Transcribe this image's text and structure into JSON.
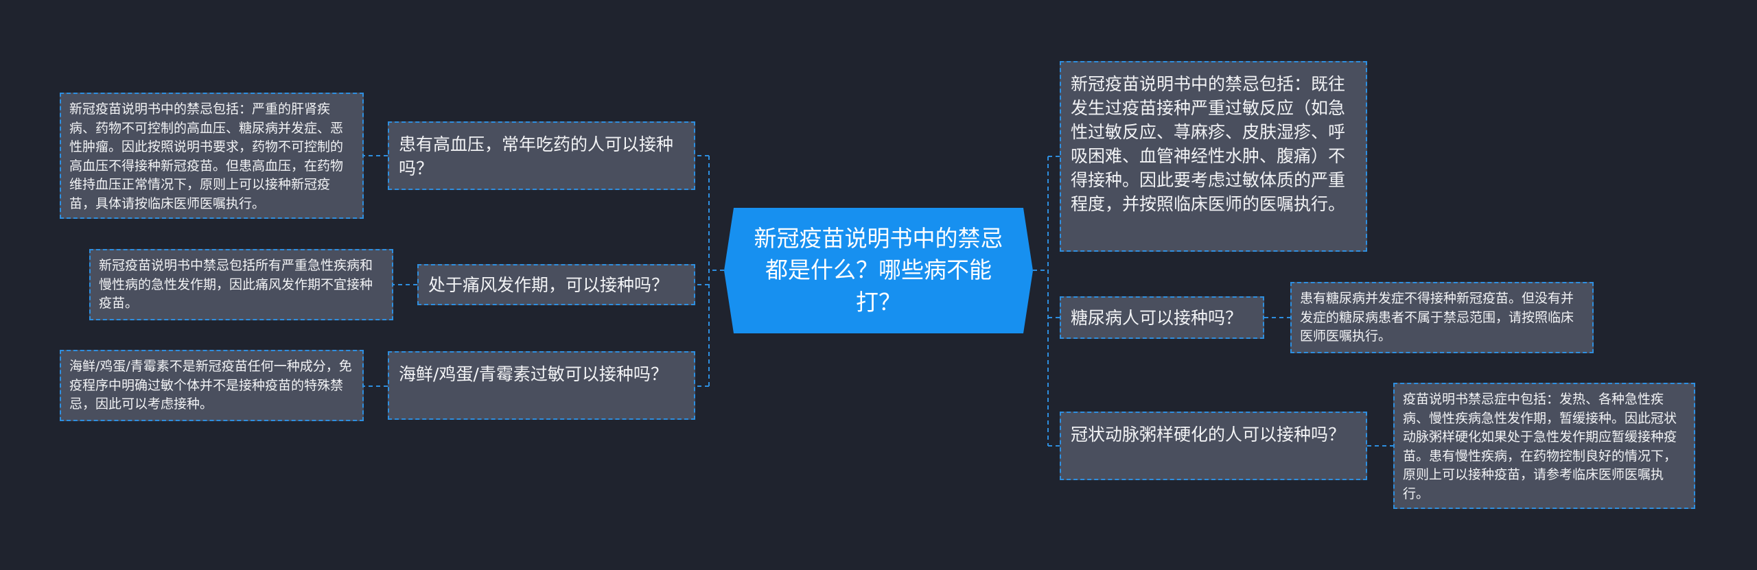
{
  "central": {
    "text": "新冠疫苗说明书中的禁忌都是什么？哪些病不能打？"
  },
  "left_branches": [
    {
      "question": "患有高血压，常年吃药的人可以接种吗？",
      "answer": "新冠疫苗说明书中的禁忌包括：严重的肝肾疾病、药物不可控制的高血压、糖尿病并发症、恶性肿瘤。因此按照说明书要求，药物不可控制的高血压不得接种新冠疫苗。但患高血压，在药物维持血压正常情况下，原则上可以接种新冠疫苗，具体请按临床医师医嘱执行。"
    },
    {
      "question": "处于痛风发作期，可以接种吗？",
      "answer": "新冠疫苗说明书中禁忌包括所有严重急性疾病和慢性病的急性发作期，因此痛风发作期不宜接种疫苗。"
    },
    {
      "question": "海鲜/鸡蛋/青霉素过敏可以接种吗？",
      "answer": "海鲜/鸡蛋/青霉素不是新冠疫苗任何一种成分，免疫程序中明确过敏个体并不是接种疫苗的特殊禁忌，因此可以考虑接种。"
    }
  ],
  "right_branches": [
    {
      "question": "新冠疫苗说明书中的禁忌包括：既往发生过疫苗接种严重过敏反应（如急性过敏反应、荨麻疹、皮肤湿疹、呼吸困难、血管神经性水肿、腹痛）不得接种。因此要考虑过敏体质的严重程度，并按照临床医师的医嘱执行。"
    },
    {
      "question": "糖尿病人可以接种吗？",
      "answer": "患有糖尿病并发症不得接种新冠疫苗。但没有并发症的糖尿病患者不属于禁忌范围，请按照临床医师医嘱执行。"
    },
    {
      "question": "冠状动脉粥样硬化的人可以接种吗？",
      "answer": "疫苗说明书禁忌症中包括：发热、各种急性疾病、慢性疾病急性发作期，暂缓接种。因此冠状动脉粥样硬化如果处于急性发作期应暂缓接种疫苗。患有慢性疾病，在药物控制良好的情况下，原则上可以接种疫苗，请参考临床医师医嘱执行。"
    }
  ],
  "colors": {
    "background": "#1f232e",
    "central_fill": "#1790f0",
    "node_fill": "#4a4f5e",
    "connector": "#2e8fe0"
  }
}
